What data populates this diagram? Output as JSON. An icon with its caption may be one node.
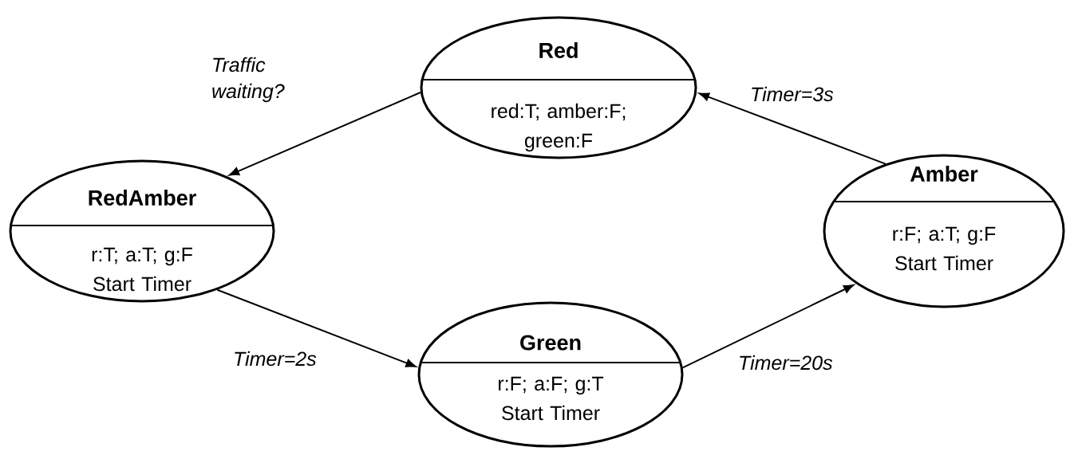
{
  "diagram": {
    "nodes": [
      {
        "text": [
          "Red",
          "red:T; amber:F; green:F"
        ]
      },
      {
        "text": [
          "RedAmber",
          "r:T; a:T; g:F Start Timer"
        ]
      },
      {
        "text": [
          "Green",
          "r:F; a:F; g:T Start Timer"
        ]
      },
      {
        "text": [
          "Amber",
          "r:F; a:T; g:F Start Timer"
        ]
      }
    ],
    "edges": [
      {
        "from": 0,
        "to": 1,
        "arrow": "to",
        "label": "Traffic waiting?"
      },
      {
        "from": 1,
        "to": 2,
        "arrow": "to",
        "label": "Timer=2s"
      },
      {
        "from": 2,
        "to": 3,
        "arrow": "to",
        "label": "Timer=20s"
      },
      {
        "from": 3,
        "to": 0,
        "arrow": "to",
        "label": "Timer=3s"
      }
    ]
  }
}
